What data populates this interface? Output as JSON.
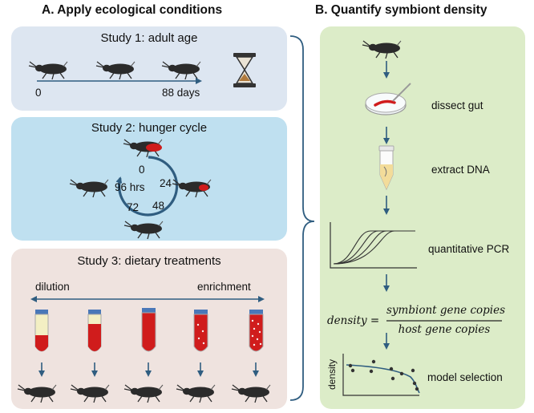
{
  "headers": {
    "left": "A. Apply ecological conditions",
    "right": "B. Quantify symbiont density"
  },
  "study1": {
    "title": "Study 1: adult age",
    "start_label": "0",
    "end_label": "88 days",
    "icon": "hourglass-icon"
  },
  "study2": {
    "title": "Study 2: hunger cycle",
    "center_label": "96 hrs",
    "ticks": [
      "0",
      "24",
      "48",
      "72"
    ]
  },
  "study3": {
    "title": "Study 3: dietary treatments",
    "left_label": "dilution",
    "right_label": "enrichment"
  },
  "steps": {
    "dissect": "dissect gut",
    "extract": "extract DNA",
    "qpcr": "quantitative PCR",
    "model": "model selection"
  },
  "formula": {
    "lhs": "density =",
    "numerator": "symbiont gene copies",
    "denominator": "host gene copies"
  },
  "model_plot": {
    "ylabel": "density"
  },
  "colors": {
    "panel1": "#dde6f1",
    "panel2": "#bfe0f0",
    "panel3": "#efe3df",
    "panelB": "#dcecc8",
    "arrow": "#2f5d80",
    "blood": "#d01c1c",
    "cap": "#4a78b8"
  }
}
